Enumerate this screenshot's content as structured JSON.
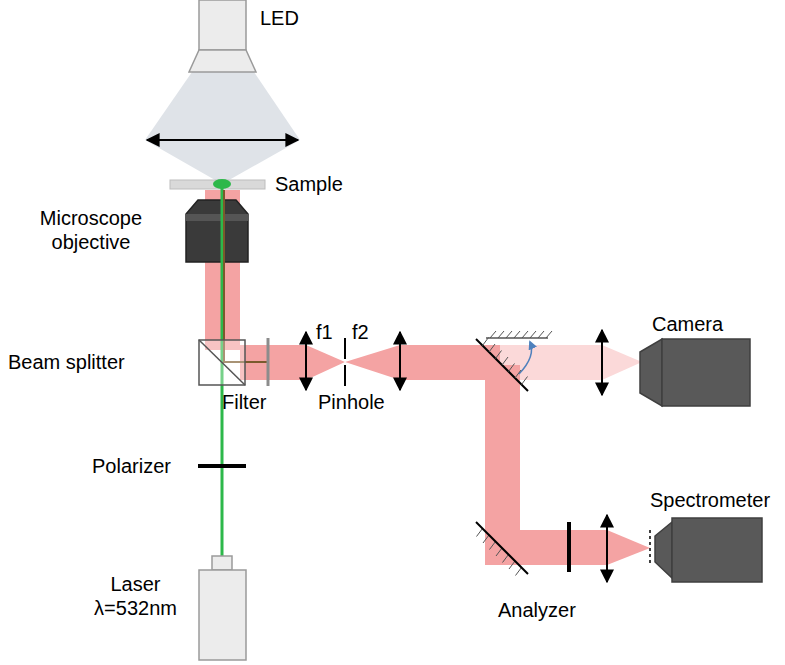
{
  "diagram": {
    "labels": [
      "LED",
      "Sample",
      "Microscope objective",
      "Beam splitter",
      "Polarizer",
      "Laser λ=532nm",
      "Filter",
      "Pinhole",
      "f1",
      "f2",
      "Camera",
      "Spectrometer",
      "Analyzer"
    ]
  }
}
